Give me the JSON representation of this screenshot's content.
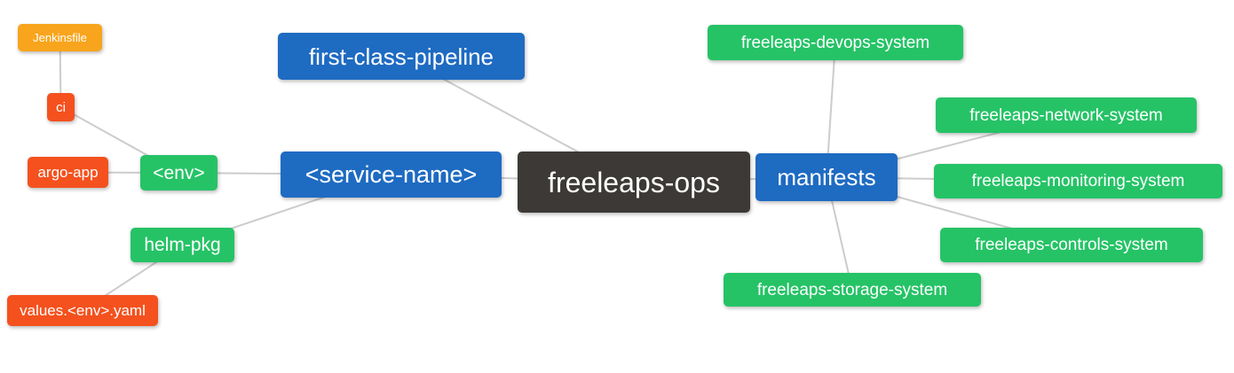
{
  "diagram": {
    "type": "mindmap",
    "background": "#ffffff",
    "edge_color": "#cccccc",
    "palette": {
      "root_node": "#3c3936",
      "branch_blue": "#1e6bc2",
      "leaf_green": "#25c366",
      "leaf_red": "#f4511e",
      "leaf_orange": "#f8a51d",
      "text": "#ffffff"
    },
    "nodes": {
      "freeleaps_ops": {
        "label": "freeleaps-ops"
      },
      "first_class_pipeline": {
        "label": "first-class-pipeline"
      },
      "service_name": {
        "label": "<service-name>"
      },
      "manifests": {
        "label": "manifests"
      },
      "env": {
        "label": "<env>"
      },
      "helm_pkg": {
        "label": "helm-pkg"
      },
      "ci": {
        "label": "ci"
      },
      "argo_app": {
        "label": "argo-app"
      },
      "jenkinsfile": {
        "label": "Jenkinsfile"
      },
      "values_env_yaml": {
        "label": "values.<env>.yaml"
      },
      "devops_system": {
        "label": "freeleaps-devops-system"
      },
      "network_system": {
        "label": "freeleaps-network-system"
      },
      "monitoring_system": {
        "label": "freeleaps-monitoring-system"
      },
      "controls_system": {
        "label": "freeleaps-controls-system"
      },
      "storage_system": {
        "label": "freeleaps-storage-system"
      }
    },
    "edges": [
      [
        "jenkinsfile",
        "ci"
      ],
      [
        "ci",
        "env"
      ],
      [
        "argo_app",
        "env"
      ],
      [
        "env",
        "service_name"
      ],
      [
        "helm_pkg",
        "service_name"
      ],
      [
        "values_env_yaml",
        "helm_pkg"
      ],
      [
        "first_class_pipeline",
        "freeleaps_ops"
      ],
      [
        "service_name",
        "freeleaps_ops"
      ],
      [
        "freeleaps_ops",
        "manifests"
      ],
      [
        "manifests",
        "devops_system"
      ],
      [
        "manifests",
        "network_system"
      ],
      [
        "manifests",
        "monitoring_system"
      ],
      [
        "manifests",
        "controls_system"
      ],
      [
        "manifests",
        "storage_system"
      ]
    ]
  }
}
